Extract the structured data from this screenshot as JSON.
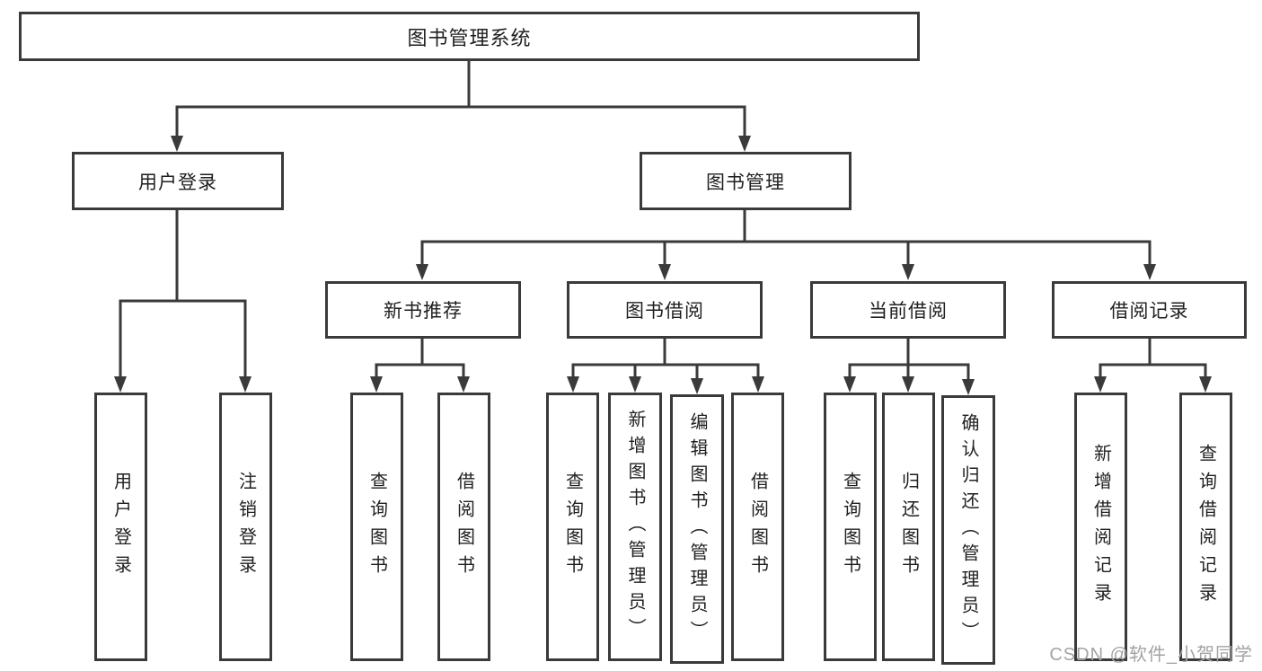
{
  "colors": {
    "background": "#ffffff",
    "line": "#3a3a3a",
    "box_border": "#3a3a3a",
    "text": "#1f1f1f",
    "watermark": "#a3a3a3"
  },
  "watermark": {
    "text": "CSDN @软件_小贺同学"
  },
  "diagram": {
    "root": {
      "label": "图书管理系统"
    },
    "branches": [
      {
        "label": "用户登录",
        "children": [
          "用户登录",
          "注销登录"
        ]
      },
      {
        "label": "图书管理",
        "children": [
          {
            "label": "新书推荐",
            "children": [
              "查询图书",
              "借阅图书"
            ]
          },
          {
            "label": "图书借阅",
            "children": [
              "查询图书",
              "新增图书（管理员）",
              "编辑图书（管理员）",
              "借阅图书"
            ]
          },
          {
            "label": "当前借阅",
            "children": [
              "查询图书",
              "归还图书",
              "确认归还（管理员）"
            ]
          },
          {
            "label": "借阅记录",
            "children": [
              "新增借阅记录",
              "查询借阅记录"
            ]
          }
        ]
      }
    ]
  }
}
